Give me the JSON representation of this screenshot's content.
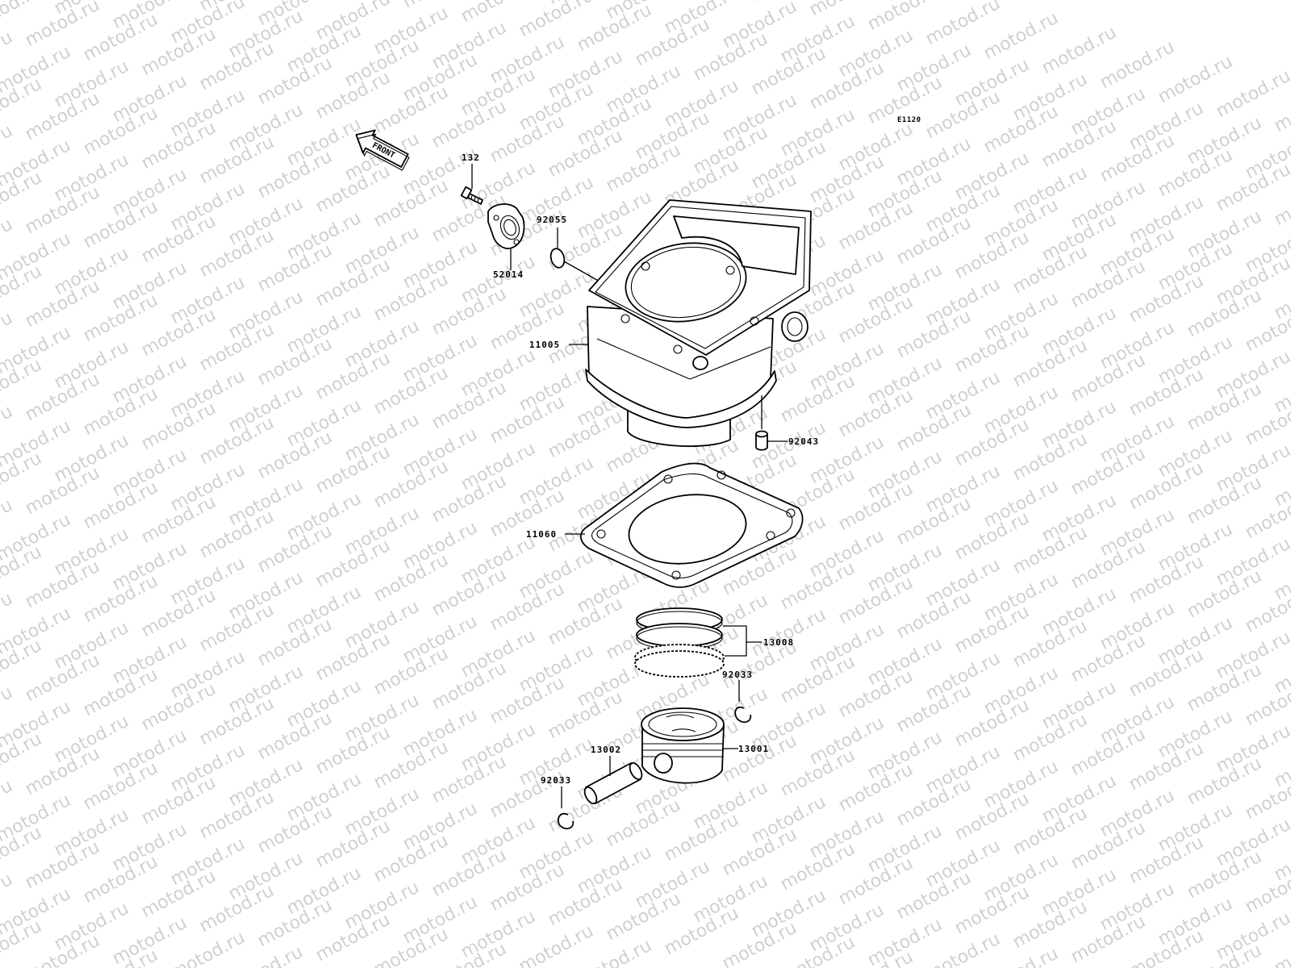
{
  "watermark": {
    "text": "motod.ru"
  },
  "diagram": {
    "code": "E1120",
    "front_arrow_label": "FRONT",
    "parts": {
      "bolt": "132",
      "fitting": "52014",
      "oring": "92055",
      "cylinder": "11005",
      "dowel": "92043",
      "gasket": "11060",
      "ring_set": "13008",
      "circlip_right": "92033",
      "piston": "13001",
      "piston_pin": "13002",
      "circlip_left": "92033"
    }
  }
}
